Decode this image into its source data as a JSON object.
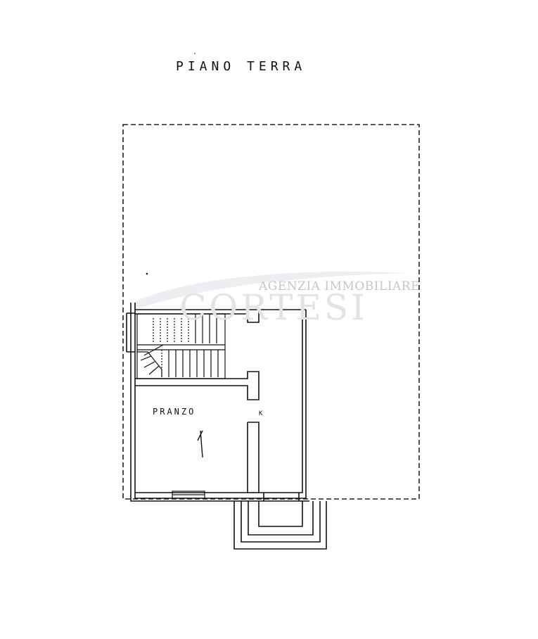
{
  "plan": {
    "title": "PIANO TERRA",
    "room_living": "PRANZO",
    "room_kitchen": "K"
  },
  "watermark": {
    "line1": "AGENZIA IMMOBILIARE",
    "line2": "CORTESI"
  },
  "colors": {
    "ink": "#111111",
    "watermark_dark": "#c3c6cb",
    "watermark_light": "#e1e3e7",
    "paper": "#ffffff"
  }
}
